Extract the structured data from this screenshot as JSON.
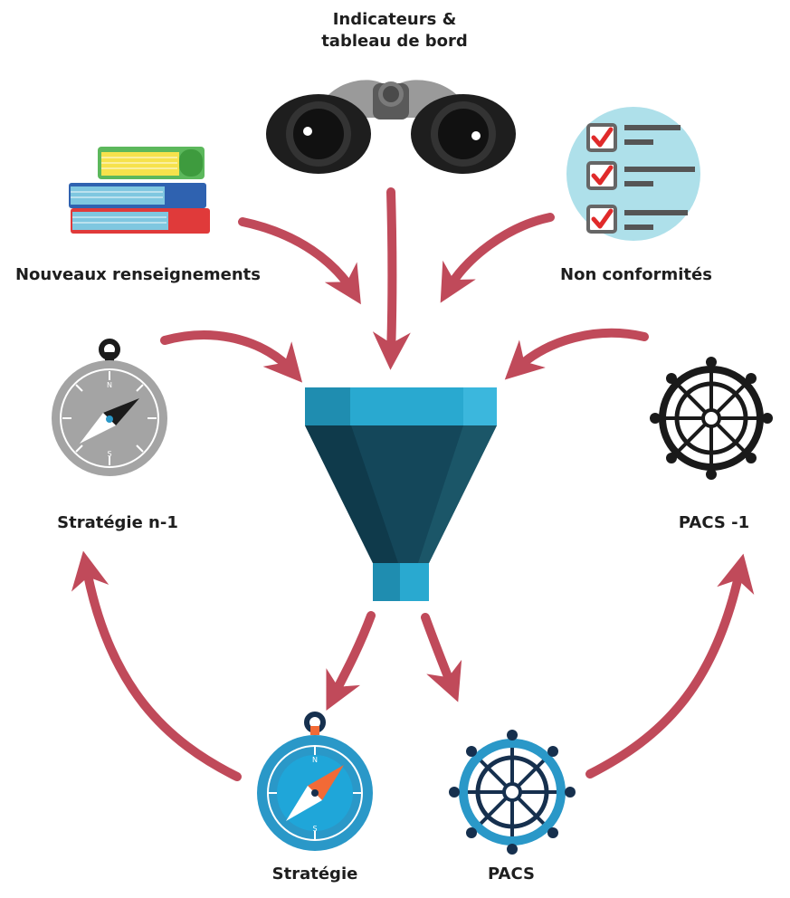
{
  "labels": {
    "indicateurs_line1": "Indicateurs &",
    "indicateurs_line2": "tableau de bord",
    "nouveaux": "Nouveaux renseignements",
    "non_conformites": "Non conformités",
    "strategie_n1": "Stratégie n-1",
    "pacs_1": "PACS -1",
    "strategie": "Stratégie",
    "pacs": "PACS"
  },
  "colors": {
    "arrow": "#c04a5a",
    "funnel_rim": "#29a9d0",
    "funnel_body": "#14475a",
    "compass_gray": "#a4a4a4",
    "compass_blue": "#2a98c8",
    "wheel_dark": "#1a1a1a",
    "wheel_navy": "#16304e",
    "check_bg": "#aee0ea",
    "check_mark": "#e02a2a",
    "binocular_dark": "#2a2a2a"
  }
}
